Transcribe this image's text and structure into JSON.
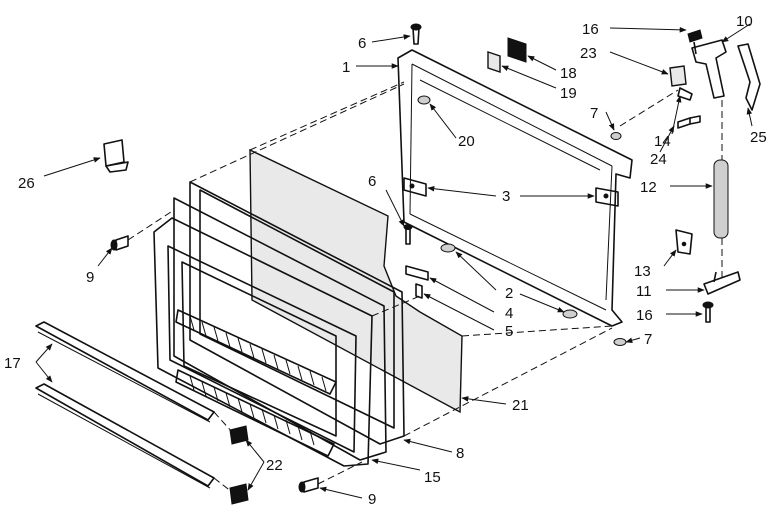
{
  "callouts": [
    {
      "id": "c1",
      "text": "1"
    },
    {
      "id": "c2a",
      "text": "2"
    },
    {
      "id": "c3",
      "text": "3"
    },
    {
      "id": "c4",
      "text": "4"
    },
    {
      "id": "c5",
      "text": "5"
    },
    {
      "id": "c6a",
      "text": "6"
    },
    {
      "id": "c6b",
      "text": "6"
    },
    {
      "id": "c7a",
      "text": "7"
    },
    {
      "id": "c7b",
      "text": "7"
    },
    {
      "id": "c8",
      "text": "8"
    },
    {
      "id": "c9a",
      "text": "9"
    },
    {
      "id": "c9b",
      "text": "9"
    },
    {
      "id": "c10",
      "text": "10"
    },
    {
      "id": "c11",
      "text": "11"
    },
    {
      "id": "c12",
      "text": "12"
    },
    {
      "id": "c13",
      "text": "13"
    },
    {
      "id": "c14",
      "text": "14"
    },
    {
      "id": "c15",
      "text": "15"
    },
    {
      "id": "c16a",
      "text": "16"
    },
    {
      "id": "c16b",
      "text": "16"
    },
    {
      "id": "c17",
      "text": "17"
    },
    {
      "id": "c18",
      "text": "18"
    },
    {
      "id": "c19",
      "text": "19"
    },
    {
      "id": "c20",
      "text": "20"
    },
    {
      "id": "c21",
      "text": "21"
    },
    {
      "id": "c22",
      "text": "22"
    },
    {
      "id": "c23",
      "text": "23"
    },
    {
      "id": "c24",
      "text": "24"
    },
    {
      "id": "c25",
      "text": "25"
    },
    {
      "id": "c26",
      "text": "26"
    }
  ]
}
